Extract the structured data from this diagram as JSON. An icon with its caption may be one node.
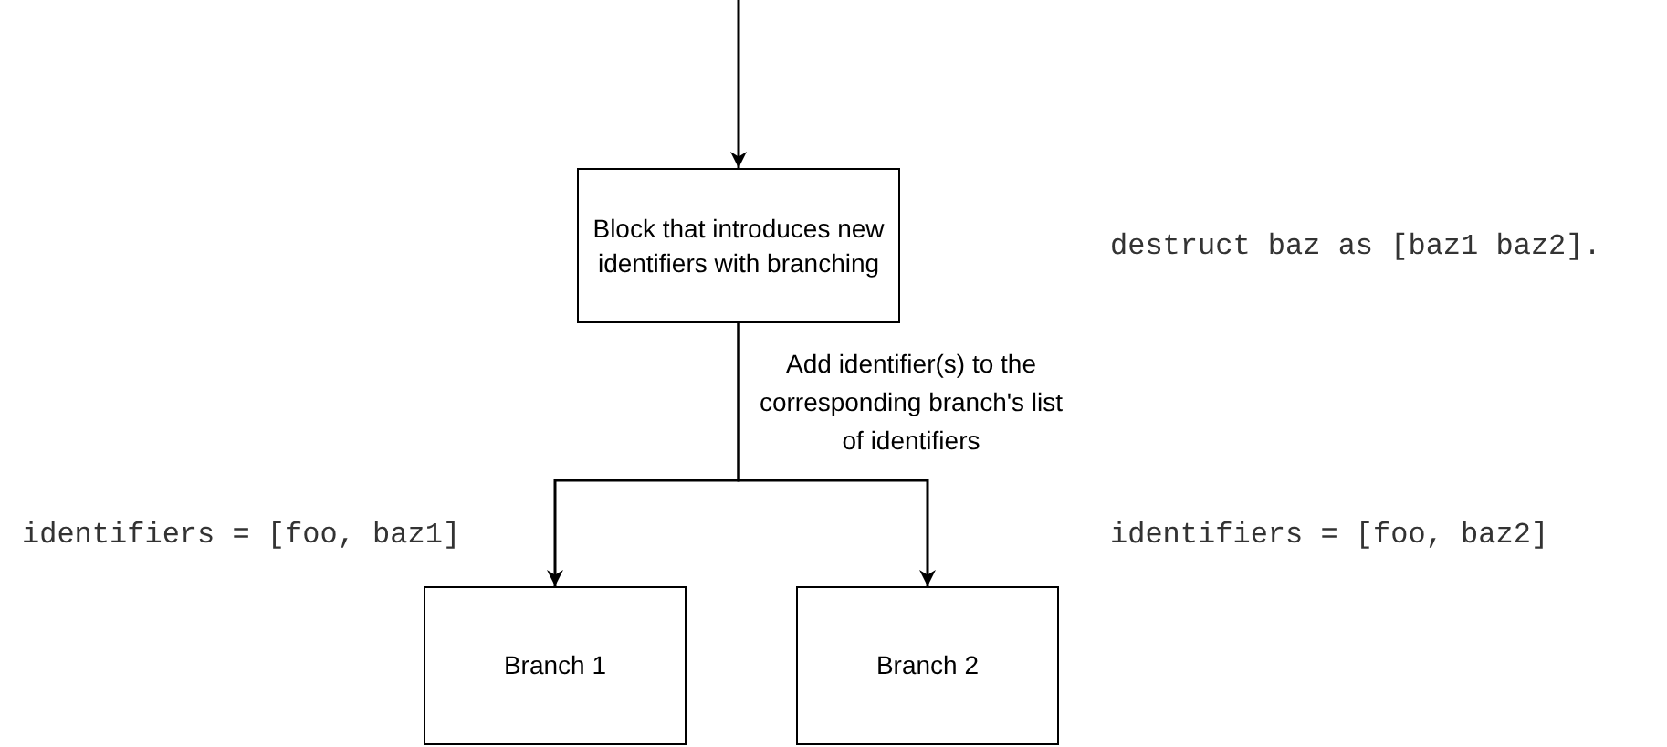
{
  "diagram": {
    "nodes": [
      {
        "text": [
          "Block that introduces new identifiers with branching"
        ]
      },
      {
        "text": [
          "Branch 1"
        ]
      },
      {
        "text": [
          "Branch 2"
        ]
      }
    ],
    "edges": [
      {
        "from": null,
        "to": 0,
        "arrow": "to"
      },
      {
        "from": 0,
        "to": 1,
        "arrow": "to"
      },
      {
        "from": 0,
        "to": 2,
        "arrow": "to"
      }
    ],
    "labels": [
      "destruct baz as [baz1 baz2].",
      "Add identifier(s) to the corresponding branch's list of identifiers",
      "identifiers = [foo, baz1]",
      "identifiers = [foo, baz2]"
    ]
  }
}
